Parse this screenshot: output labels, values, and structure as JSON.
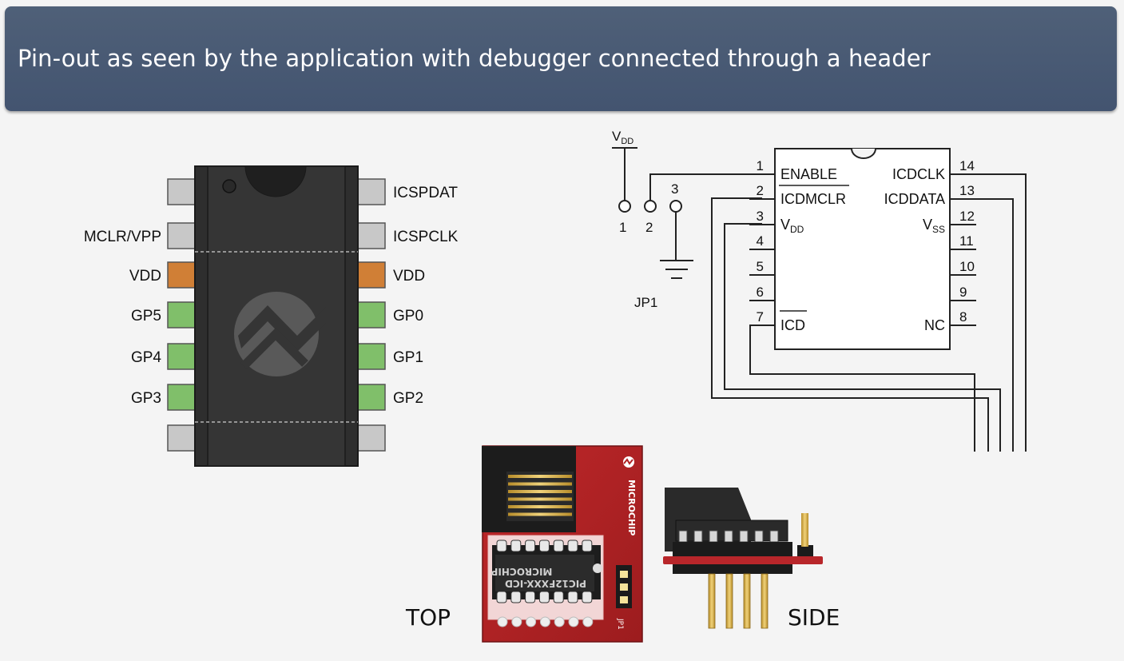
{
  "banner": {
    "title": "Pin-out as seen by the application with debugger connected through a header"
  },
  "chip": {
    "left_labels": [
      "",
      "MCLR/VPP",
      "VDD",
      "GP5",
      "GP4",
      "GP3",
      ""
    ],
    "right_labels": [
      "ICSPDAT",
      "ICSPCLK",
      "VDD",
      "GP0",
      "GP1",
      "GP2",
      ""
    ],
    "left_colors": [
      "#c8c8c8",
      "#c8c8c8",
      "#d07f36",
      "#80bf6a",
      "#80bf6a",
      "#80bf6a",
      "#c8c8c8"
    ],
    "right_colors": [
      "#c8c8c8",
      "#c8c8c8",
      "#d07f36",
      "#80bf6a",
      "#80bf6a",
      "#80bf6a",
      "#c8c8c8"
    ]
  },
  "schematic": {
    "vdd_label": "V",
    "vdd_sub": "DD",
    "jumper_label": "JP1",
    "jumper_pins": [
      "1",
      "2",
      "3"
    ],
    "ic_left_nums": [
      "1",
      "2",
      "3",
      "4",
      "5",
      "6",
      "7"
    ],
    "ic_right_nums": [
      "14",
      "13",
      "12",
      "11",
      "10",
      "9",
      "8"
    ],
    "ic_left_names": [
      "ENABLE",
      "ICDMCLR",
      "V",
      "",
      "",
      "",
      "ICD"
    ],
    "ic_left_subs": [
      "",
      "",
      "DD",
      "",
      "",
      "",
      ""
    ],
    "ic_right_names": [
      "ICDCLK",
      "ICDDATA",
      "V",
      "",
      "",
      "",
      "NC"
    ],
    "ic_right_subs": [
      "",
      "",
      "SS",
      "",
      "",
      "",
      ""
    ]
  },
  "board": {
    "brand": "MICROCHIP",
    "chip_part": "PIC12FXXX-ICD",
    "chip_brand": "MICROCHIP",
    "jumper_silk": "JP1"
  },
  "views": {
    "top": "TOP",
    "side": "SIDE"
  }
}
